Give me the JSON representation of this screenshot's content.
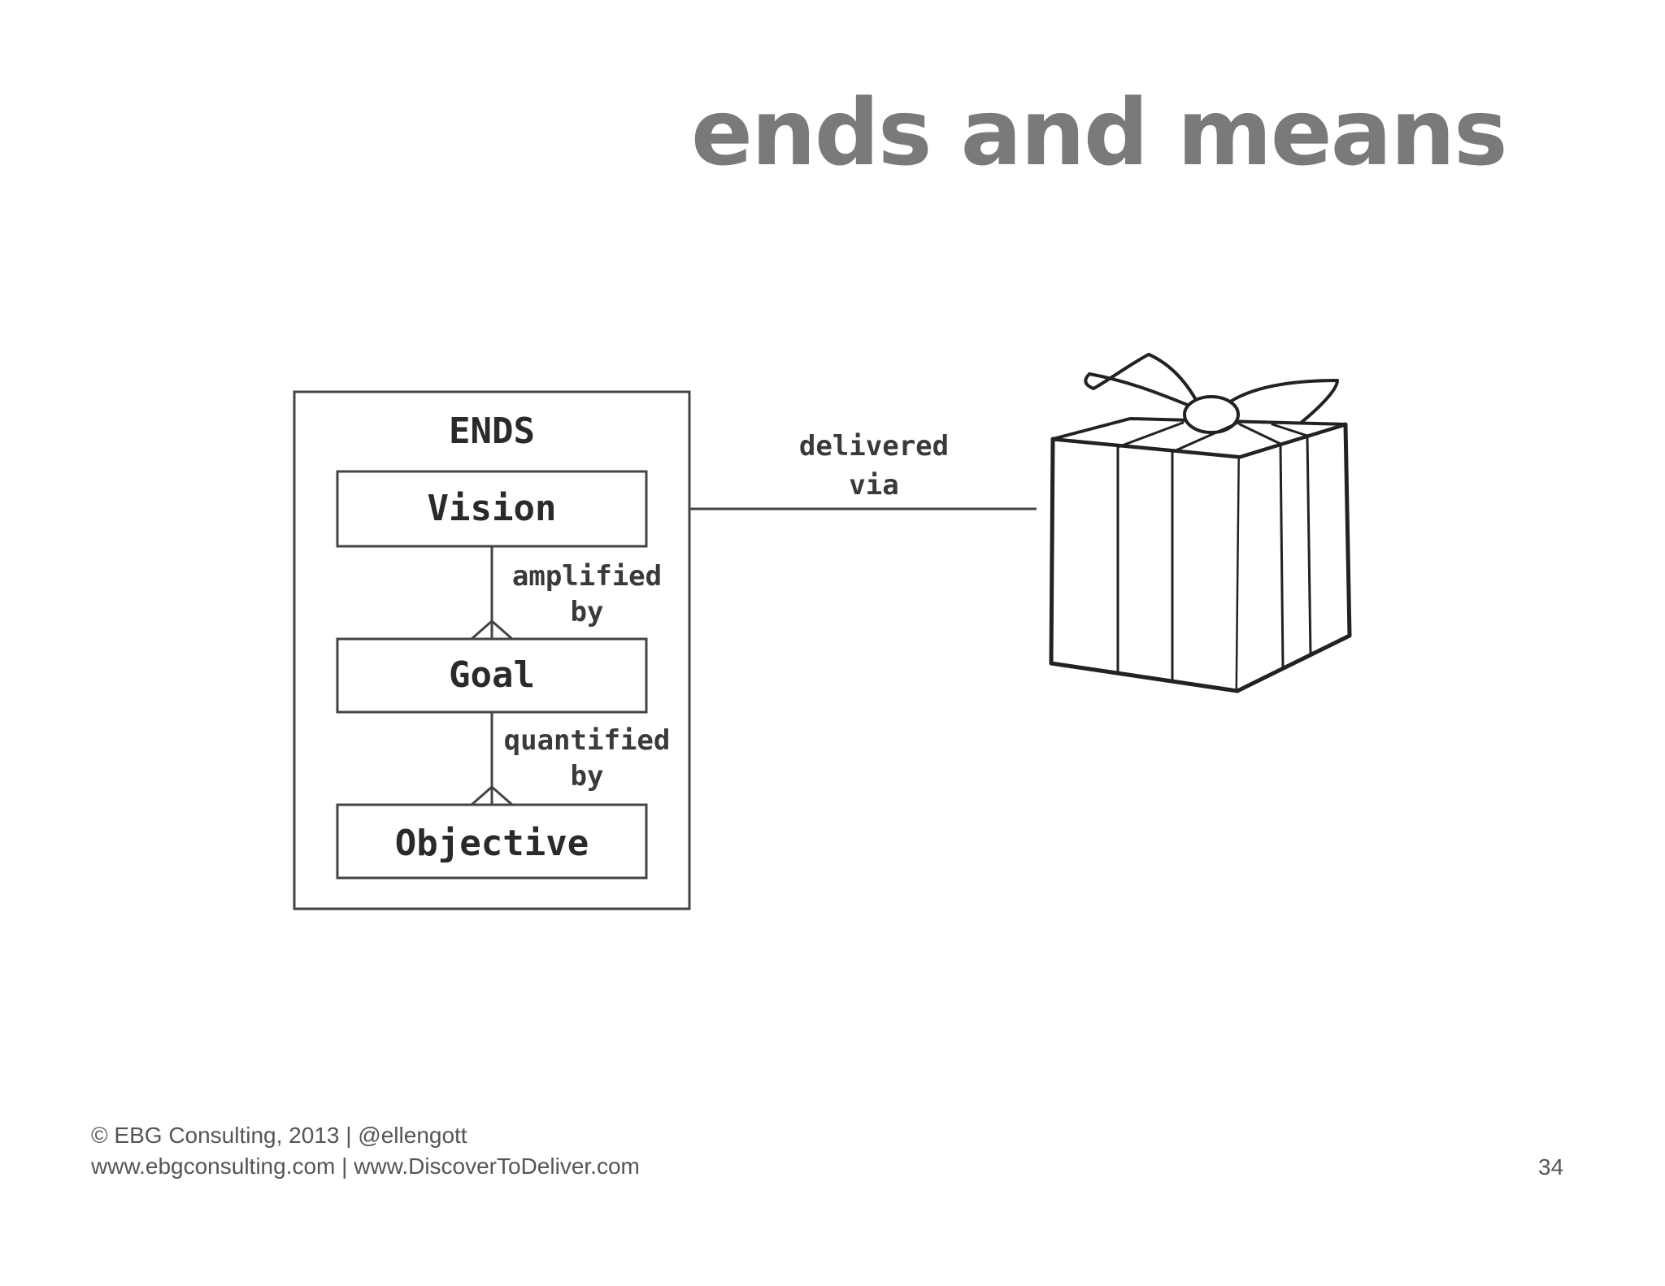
{
  "slide": {
    "title": "ends and means",
    "page_number": "34"
  },
  "diagram": {
    "container_label": "ENDS",
    "boxes": {
      "vision": "Vision",
      "goal": "Goal",
      "objective": "Objective"
    },
    "relations": {
      "amplified_line1": "amplified",
      "amplified_line2": "by",
      "quantified_line1": "quantified",
      "quantified_line2": "by",
      "delivered_line1": "delivered",
      "delivered_line2": "via"
    },
    "gift_icon": "gift-box-icon"
  },
  "footer": {
    "line1": "© EBG Consulting, 2013  | @ellengott",
    "line2": "www.ebgconsulting.com | www.DiscoverToDeliver.com"
  }
}
